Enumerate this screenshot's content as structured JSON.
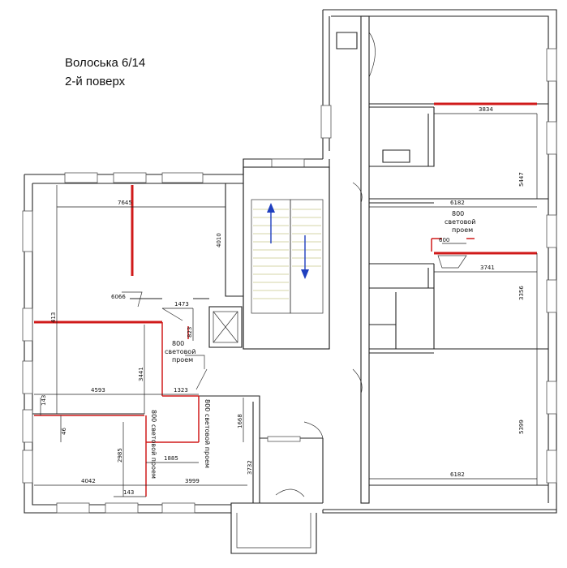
{
  "title": {
    "line1": "Волоська 6/14",
    "line2": "2-й поверх"
  },
  "dimensions": {
    "d3834": "3834",
    "d6182a": "6182",
    "d5447": "5447",
    "d3741": "3741",
    "d3356": "3356",
    "d5399": "5399",
    "d6182b": "6182",
    "d600": "600",
    "d7645": "7645",
    "d4010": "4010",
    "d6066": "6066",
    "d1473": "1473",
    "d823": "823",
    "d4593": "4593",
    "d3441": "3441",
    "d1323": "1323",
    "d413": "413",
    "d143a": "143",
    "d46": "46",
    "d2985": "2985",
    "d1885": "1885",
    "d1668": "1668",
    "d3732": "3732",
    "d4042": "4042",
    "d3999": "3999",
    "d143b": "143"
  },
  "openings": {
    "right_top": [
      "800",
      "световой",
      "проем"
    ],
    "middle": [
      "800",
      "световой",
      "проем"
    ],
    "vertical_left": "800 световой проем",
    "vertical_right": "800 световой проем"
  },
  "colors": {
    "wall": "#222222",
    "opening_highlight": "#d01a1a",
    "stair_arrow": "#1f3fbf",
    "stair_steps": "#c8c88a"
  }
}
